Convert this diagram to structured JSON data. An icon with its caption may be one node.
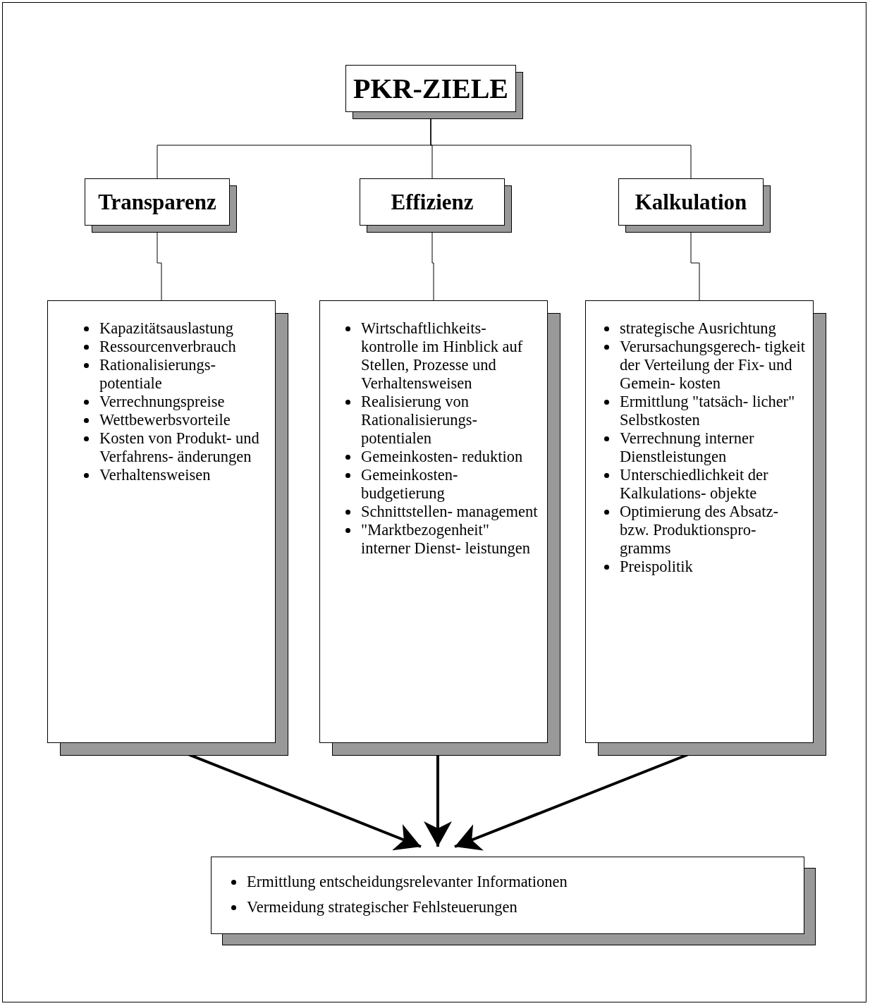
{
  "diagram": {
    "nodes": [
      {
        "text": [
          "PKR-ZIELE"
        ]
      },
      {
        "text": [
          "Transparenz"
        ]
      },
      {
        "text": [
          "Effizienz"
        ]
      },
      {
        "text": [
          "Kalkulation"
        ]
      },
      {
        "text": [
          "Kapazitätsauslastung",
          "Ressourcenverbrauch",
          "Rationalisierungs- potentiale",
          "Verrechnungspreise",
          "Wettbewerbsvorteile",
          "Kosten von Produkt- und Verfahrens- änderungen",
          "Verhaltensweisen"
        ]
      },
      {
        "text": [
          "Wirtschaftlichkeits- kontrolle im Hinblick auf Stellen, Prozesse und Verhaltensweisen",
          "Realisierung von Rationalisierungs- potentialen",
          "Gemeinkosten- reduktion",
          "Gemeinkosten- budgetierung",
          "Schnittstellen- management",
          "\"Marktbezogenheit\" interner Dienst- leistungen"
        ]
      },
      {
        "text": [
          "strategische Ausrichtung",
          "Verursachungsgerech- tigkeit der Verteilung der Fix- und Gemein- kosten",
          "Ermittlung \"tatsäch- licher\" Selbstkosten",
          "Verrechnung interner Dienstleistungen",
          "Unterschiedlichkeit der Kalkulations- objekte",
          "Optimierung des Absatz- bzw. Produktionspro- gramms",
          "Preispolitik"
        ]
      },
      {
        "text": [
          "Ermittlung entscheidungsrelevanter Informationen",
          "Vermeidung strategischer Fehlsteuerungen"
        ]
      }
    ],
    "edges": [
      {
        "from": 0,
        "to": 1,
        "arrow": "none"
      },
      {
        "from": 0,
        "to": 2,
        "arrow": "none"
      },
      {
        "from": 0,
        "to": 3,
        "arrow": "none"
      },
      {
        "from": 1,
        "to": 4,
        "arrow": "none"
      },
      {
        "from": 2,
        "to": 5,
        "arrow": "none"
      },
      {
        "from": 3,
        "to": 6,
        "arrow": "none"
      },
      {
        "from": 4,
        "to": 7,
        "arrow": "to",
        "style": "thick"
      },
      {
        "from": 5,
        "to": 7,
        "arrow": "to",
        "style": "thick"
      },
      {
        "from": 6,
        "to": 7,
        "arrow": "to",
        "style": "thick"
      }
    ]
  }
}
